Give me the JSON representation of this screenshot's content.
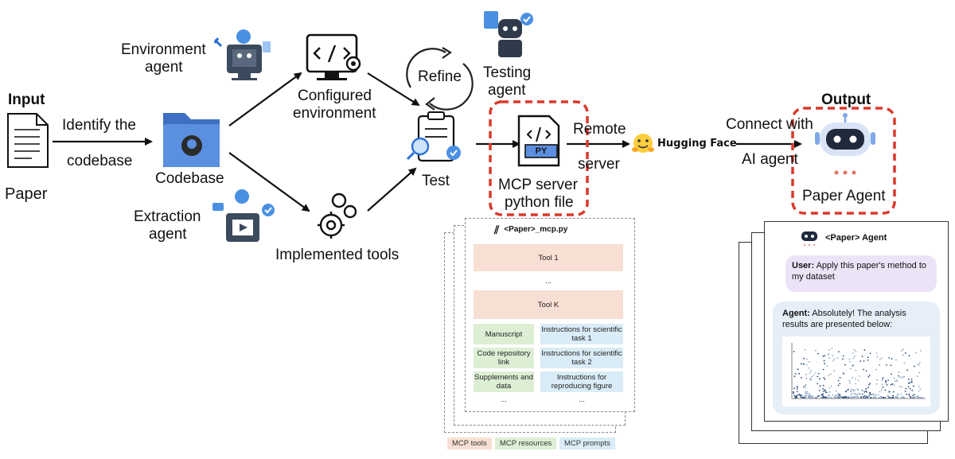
{
  "input": {
    "heading": "Input",
    "label": "Paper"
  },
  "edge_identify": {
    "line1": "Identify the",
    "line2": "codebase"
  },
  "codebase": {
    "label": "Codebase"
  },
  "environment_agent": {
    "line1": "Environment",
    "line2": "agent"
  },
  "extraction_agent": {
    "line1": "Extraction",
    "line2": "agent"
  },
  "configured_env": {
    "line1": "Configured",
    "line2": "environment"
  },
  "implemented_tools": {
    "label": "Implemented tools"
  },
  "refine": {
    "label": "Refine"
  },
  "testing_agent": {
    "line1": "Testing",
    "line2": "agent"
  },
  "test": {
    "label": "Test"
  },
  "mcp_server": {
    "line1": "MCP server",
    "line2": "python file",
    "file_badge": "PY"
  },
  "edge_remote": {
    "line1": "Remote",
    "line2": "server"
  },
  "hugging_face": {
    "label": "Hugging Face"
  },
  "edge_connect": {
    "line1": "Connect with",
    "line2": "AI agent"
  },
  "output": {
    "heading": "Output",
    "label": "Paper Agent"
  },
  "mcp_file": {
    "title": "<Paper>_mcp.py",
    "tool_1": "Tool 1",
    "tool_ellipsis": "...",
    "tool_k": "Tool K",
    "resources": [
      "Manuscript",
      "Code repository link",
      "Supplements and data",
      "..."
    ],
    "prompts": [
      "Instructions for scientific task 1",
      "Instructions for scientific task 2",
      "Instructions for reproducing figure",
      "..."
    ]
  },
  "legend": {
    "tools": "MCP tools",
    "resources": "MCP resources",
    "prompts": "MCP prompts"
  },
  "chat": {
    "title": "<Paper> Agent",
    "user_prefix": "User:",
    "user_text": "Apply this paper's method to my dataset",
    "agent_prefix": "Agent:",
    "agent_text": "Absolutely! The analysis results are presented below:"
  },
  "colors": {
    "highlight_dash": "#d93a2b",
    "folder_blue": "#4a7fd0",
    "tools_pink": "#f8dfd3",
    "resources_green": "#dcefd4",
    "prompts_blue": "#d9ecf7"
  }
}
